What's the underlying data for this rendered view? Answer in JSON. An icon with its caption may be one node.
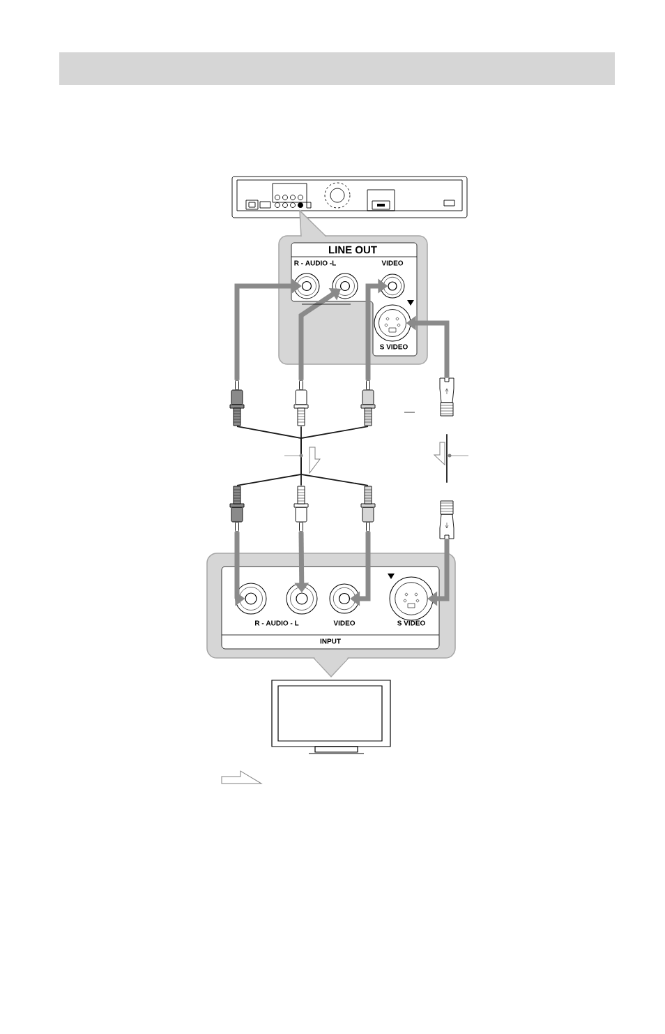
{
  "diagram": {
    "nodes": [
      {
        "text": [
          "LINE OUT"
        ]
      },
      {
        "text": [],
        "shape": "circle",
        "in": 0
      },
      {
        "text": [],
        "shape": "circle",
        "in": 0
      },
      {
        "text": [
          "VIDEO"
        ],
        "in": 0
      },
      {
        "text": [
          "S VIDEO"
        ],
        "in": 0
      },
      {
        "text": [],
        "shape": "plug"
      },
      {
        "text": [],
        "shape": "plug"
      },
      {
        "text": [],
        "shape": "plug"
      },
      {
        "text": [],
        "shape": "plug"
      },
      {
        "text": [],
        "shape": "plug"
      },
      {
        "text": [],
        "shape": "plug"
      },
      {
        "text": [],
        "shape": "plug"
      },
      {
        "text": [],
        "shape": "plug"
      },
      {
        "text": [
          "INPUT"
        ]
      },
      {
        "text": [],
        "shape": "circle",
        "in": 13
      },
      {
        "text": [],
        "shape": "circle",
        "in": 13
      },
      {
        "text": [
          "VIDEO"
        ],
        "in": 13
      },
      {
        "text": [
          "S VIDEO"
        ],
        "in": 13
      }
    ],
    "edges": [
      {
        "from": 5,
        "to": 1,
        "arrow": "to"
      },
      {
        "from": 6,
        "to": 2,
        "arrow": "to"
      },
      {
        "from": 7,
        "to": 3,
        "arrow": "to"
      },
      {
        "from": 8,
        "to": 4,
        "arrow": "to"
      },
      {
        "from": 5,
        "to": 9,
        "arrow": "none",
        "color": "#1a1a1a"
      },
      {
        "from": 6,
        "to": 10,
        "arrow": "none",
        "color": "#1a1a1a"
      },
      {
        "from": 7,
        "to": 11,
        "arrow": "none",
        "color": "#1a1a1a"
      },
      {
        "from": 8,
        "to": 12,
        "arrow": "none",
        "color": "#1a1a1a"
      },
      {
        "from": 9,
        "to": 14,
        "arrow": "to"
      },
      {
        "from": 10,
        "to": 15,
        "arrow": "to"
      },
      {
        "from": 11,
        "to": 16,
        "arrow": "to"
      },
      {
        "from": 12,
        "to": 17,
        "arrow": "to"
      }
    ],
    "labels": [
      "R - AUDIO -L",
      "R - AUDIO - L"
    ]
  }
}
